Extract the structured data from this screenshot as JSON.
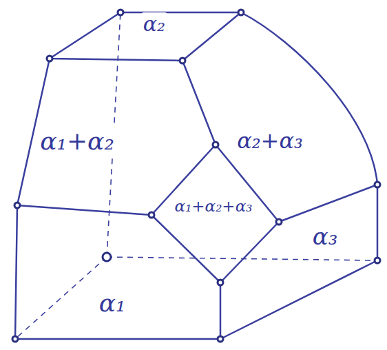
{
  "diagram": {
    "labels": [
      "α₂",
      "α₁+α₂",
      "α₂+α₃",
      "α₁+α₂+α₃",
      "α₁",
      "α₃"
    ]
  }
}
